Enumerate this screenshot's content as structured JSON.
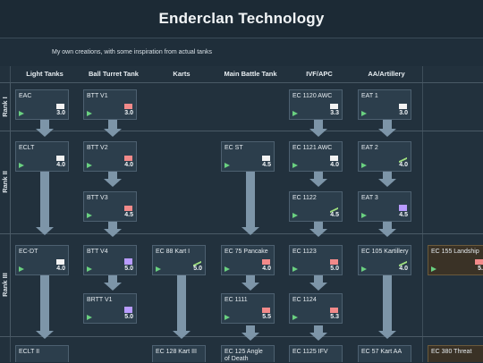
{
  "title": "Enderclan Technology",
  "subtitle": "My own creations, with some inspiration from actual tanks",
  "columns": [
    "Light Tanks",
    "Ball Turret Tank",
    "Karts",
    "Main Battle Tank",
    "IVF/APC",
    "AA/Artillery"
  ],
  "ranks": [
    "Rank I",
    "Rank II",
    "Rank III"
  ],
  "cards": {
    "eac": {
      "name": "EAC",
      "tier": "3.0"
    },
    "btt_v1": {
      "name": "BTT V1",
      "tier": "3.0"
    },
    "ec_1120_awc": {
      "name": "EC 1120 AWC",
      "tier": "3.3"
    },
    "eat_1": {
      "name": "EAT 1",
      "tier": "3.0"
    },
    "eclt": {
      "name": "ECLT",
      "tier": "4.0"
    },
    "btt_v2": {
      "name": "BTT V2",
      "tier": "4.0"
    },
    "ec_st": {
      "name": "EC ST",
      "tier": "4.5"
    },
    "ec_1121_awc": {
      "name": "EC 1121 AWC",
      "tier": "4.0"
    },
    "eat_2": {
      "name": "EAT 2",
      "tier": "4.0"
    },
    "btt_v3": {
      "name": "BTT V3",
      "tier": "4.5"
    },
    "ec_1122": {
      "name": "EC 1122",
      "tier": "4.5"
    },
    "eat_3": {
      "name": "EAT 3",
      "tier": "4.5"
    },
    "ec_dt": {
      "name": "EC-DT",
      "tier": "4.0"
    },
    "btt_v4": {
      "name": "BTT V4",
      "tier": "5.0"
    },
    "ec_88_kart_i": {
      "name": "EC 88 Kart I",
      "tier": "5.0"
    },
    "ec_75_pancake": {
      "name": "EC 75 Pancake",
      "tier": "4.0"
    },
    "ec_1123": {
      "name": "EC 1123",
      "tier": "5.0"
    },
    "ec_105_kartillery": {
      "name": "EC 105 Kartillery",
      "tier": "4.0"
    },
    "ec_155_landship": {
      "name": "EC 155 Landship",
      "tier": "5."
    },
    "brtt_v1": {
      "name": "BRTT V1",
      "tier": "5.0"
    },
    "ec_1111": {
      "name": "EC 1111",
      "tier": "5.5"
    },
    "ec_1124": {
      "name": "EC 1124",
      "tier": "5.3"
    },
    "eclt_ii": {
      "name": "ECLT II",
      "tier": ""
    },
    "ec_128_kart_iii": {
      "name": "EC 128 Kart III",
      "tier": ""
    },
    "ec_125_angle": {
      "name": "EC 125 Angle of Death",
      "tier": ""
    },
    "ec_1125_ifv": {
      "name": "EC 1125 IFV",
      "tier": ""
    },
    "ec_57_kart_aa": {
      "name": "EC 57 Kart AA",
      "tier": ""
    },
    "ec_380_threat": {
      "name": "EC 380 Threat",
      "tier": ""
    }
  }
}
